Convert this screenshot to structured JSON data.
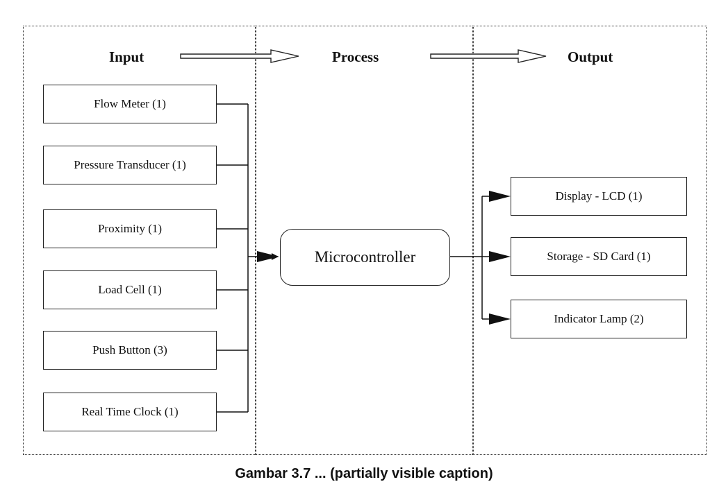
{
  "headings": {
    "input": "Input",
    "process": "Process",
    "output": "Output"
  },
  "inputs": [
    "Flow Meter (1)",
    "Pressure Transducer (1)",
    "Proximity (1)",
    "Load Cell (1)",
    "Push Button (3)",
    "Real Time Clock (1)"
  ],
  "processor": "Microcontroller",
  "outputs": [
    "Display - LCD (1)",
    "Storage - SD Card (1)",
    "Indicator Lamp (2)"
  ],
  "caption": "Gambar 3.7 ... (partially visible caption)"
}
